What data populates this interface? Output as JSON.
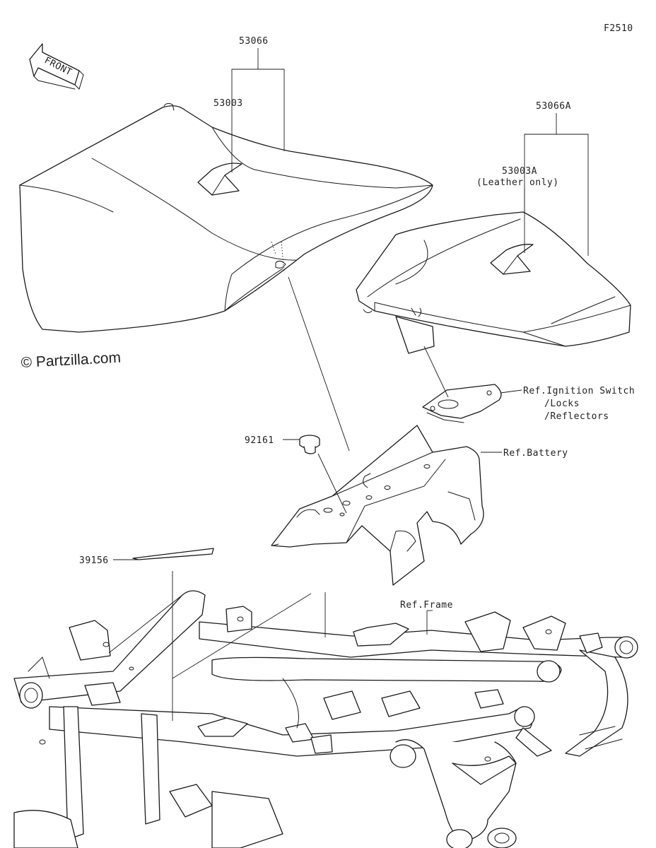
{
  "figure_code": "F2510",
  "watermark": "© Partzilla.com",
  "front_arrow": {
    "label": "FRONT"
  },
  "callouts": {
    "seat_assy_front": "53066",
    "seat_front": "53003",
    "seat_assy_rear": "53066A",
    "seat_rear": "53003A",
    "seat_rear_note": "(Leather only)",
    "damper": "92161",
    "tape": "39156",
    "ref_ignition_line1": "Ref.Ignition Switch",
    "ref_ignition_line2": "/Locks",
    "ref_ignition_line3": "/Reflectors",
    "ref_battery": "Ref.Battery",
    "ref_frame": "Ref.Frame"
  }
}
